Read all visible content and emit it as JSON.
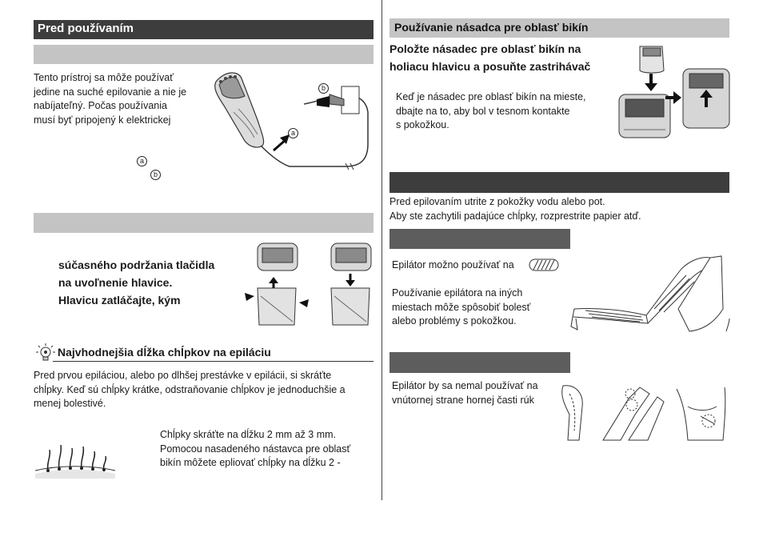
{
  "left": {
    "header_title": "Pred používaním",
    "power_text": [
      "Tento prístroj sa môže používať",
      "jedine na suché epilovanie a nie je",
      "nabíjateľný. Počas používania",
      "musí byť pripojený k elektrickej"
    ],
    "marker_a": "a",
    "marker_b": "b",
    "head_text": [
      "súčasného podržania tlačidla",
      "na uvoľnenie hlavice.",
      "Hlavicu zatláčajte, kým"
    ],
    "tip_title": "Najvhodnejšia dĺžka chĺpkov na epiláciu",
    "tip_text": [
      "Pred prvou epiláciou, alebo po dlhšej prestávke v epilácii, si skráťte",
      "chĺpky. Keď sú chĺpky krátke, odstraňovanie chĺpkov je jednoduchšie a",
      "menej bolestivé."
    ],
    "hair_text": [
      "Chĺpky skráťte na dĺžku 2 mm až 3 mm.",
      "Pomocou nasadeného nástavca pre oblasť",
      "bikín môžete epliovať chĺpky na dĺžku 2 -"
    ]
  },
  "right": {
    "bikini_title": "Používanie násadca pre oblasť bikín",
    "bikini_instruction": [
      "Položte násadec pre oblasť bikín na",
      "holiacu hlavicu a posuňte zastrihávač"
    ],
    "bikini_note": [
      "Keď je násadec pre oblasť bikín na mieste,",
      "dbajte na to, aby bol v tesnom kontakte",
      "s pokožkou."
    ],
    "prep_text": [
      "Pred epilovaním utrite z pokožky vodu alebo pot.",
      "Aby ste zachytili padajúce chĺpky, rozprestrite papier atď."
    ],
    "use_text_1": "Epilátor možno používať na",
    "use_text_2": [
      "Používanie epilátora na iných",
      "miestach môže spôsobiť bolesť",
      "alebo problémy s pokožkou."
    ],
    "warn_text": [
      "Epilátor by sa nemal používať na",
      "vnútornej strane hornej časti rúk"
    ]
  }
}
